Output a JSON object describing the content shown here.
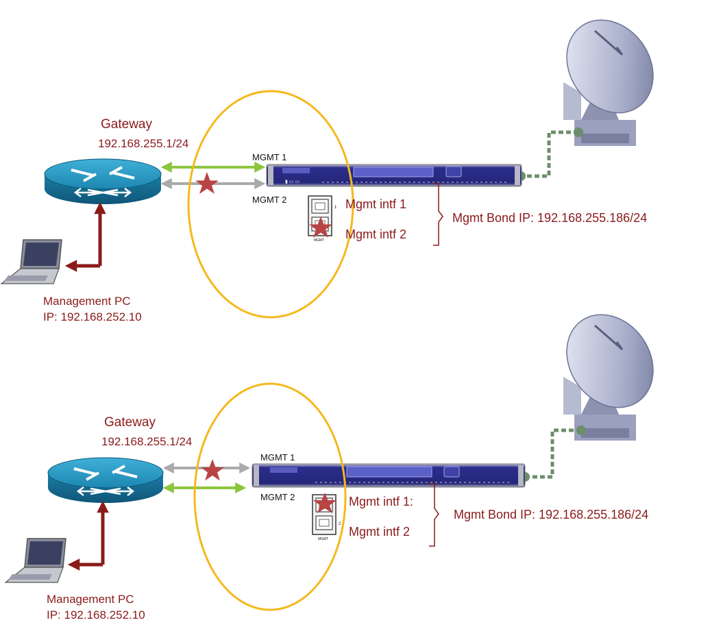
{
  "colors": {
    "label_red": "#8b1a1a",
    "ellipse": "#f5b81c",
    "active_link": "#8cc63f",
    "inactive_link": "#aaaaaa",
    "failure_star": "#b84444",
    "uplink_arrow": "#8b1a1a",
    "dish_link": "#6b8f6b",
    "router": "#1f8bb3",
    "modem": "#2e2f8f"
  },
  "icons": [
    "router-icon",
    "laptop-icon",
    "satellite-dish-icon",
    "modem-device-icon",
    "rj45-port-icon",
    "failure-star-icon"
  ],
  "scenarios": [
    {
      "gateway_label": "Gateway",
      "gateway_ip": "192.168.255.1/24",
      "mgmt1": "MGMT  1",
      "mgmt2": "MGMT  2",
      "intf1": "Mgmt intf 1",
      "intf2": "Mgmt intf 2",
      "bond_ip": "Mgmt Bond IP: 192.168.255.186/24",
      "pc_label": "Management PC",
      "pc_ip": "IP: 192.168.252.10",
      "active_link": "MGMT 1",
      "failed_link": "MGMT 2"
    },
    {
      "gateway_label": "Gateway",
      "gateway_ip": "192.168.255.1/24",
      "mgmt1": "MGMT  1",
      "mgmt2": "MGMT  2",
      "intf1": "Mgmt intf 1:",
      "intf2": "Mgmt intf 2",
      "bond_ip": "Mgmt Bond IP: 192.168.255.186/24",
      "pc_label": "Management PC",
      "pc_ip": "IP: 192.168.252.10",
      "active_link": "MGMT 2",
      "failed_link": "MGMT 1"
    }
  ]
}
